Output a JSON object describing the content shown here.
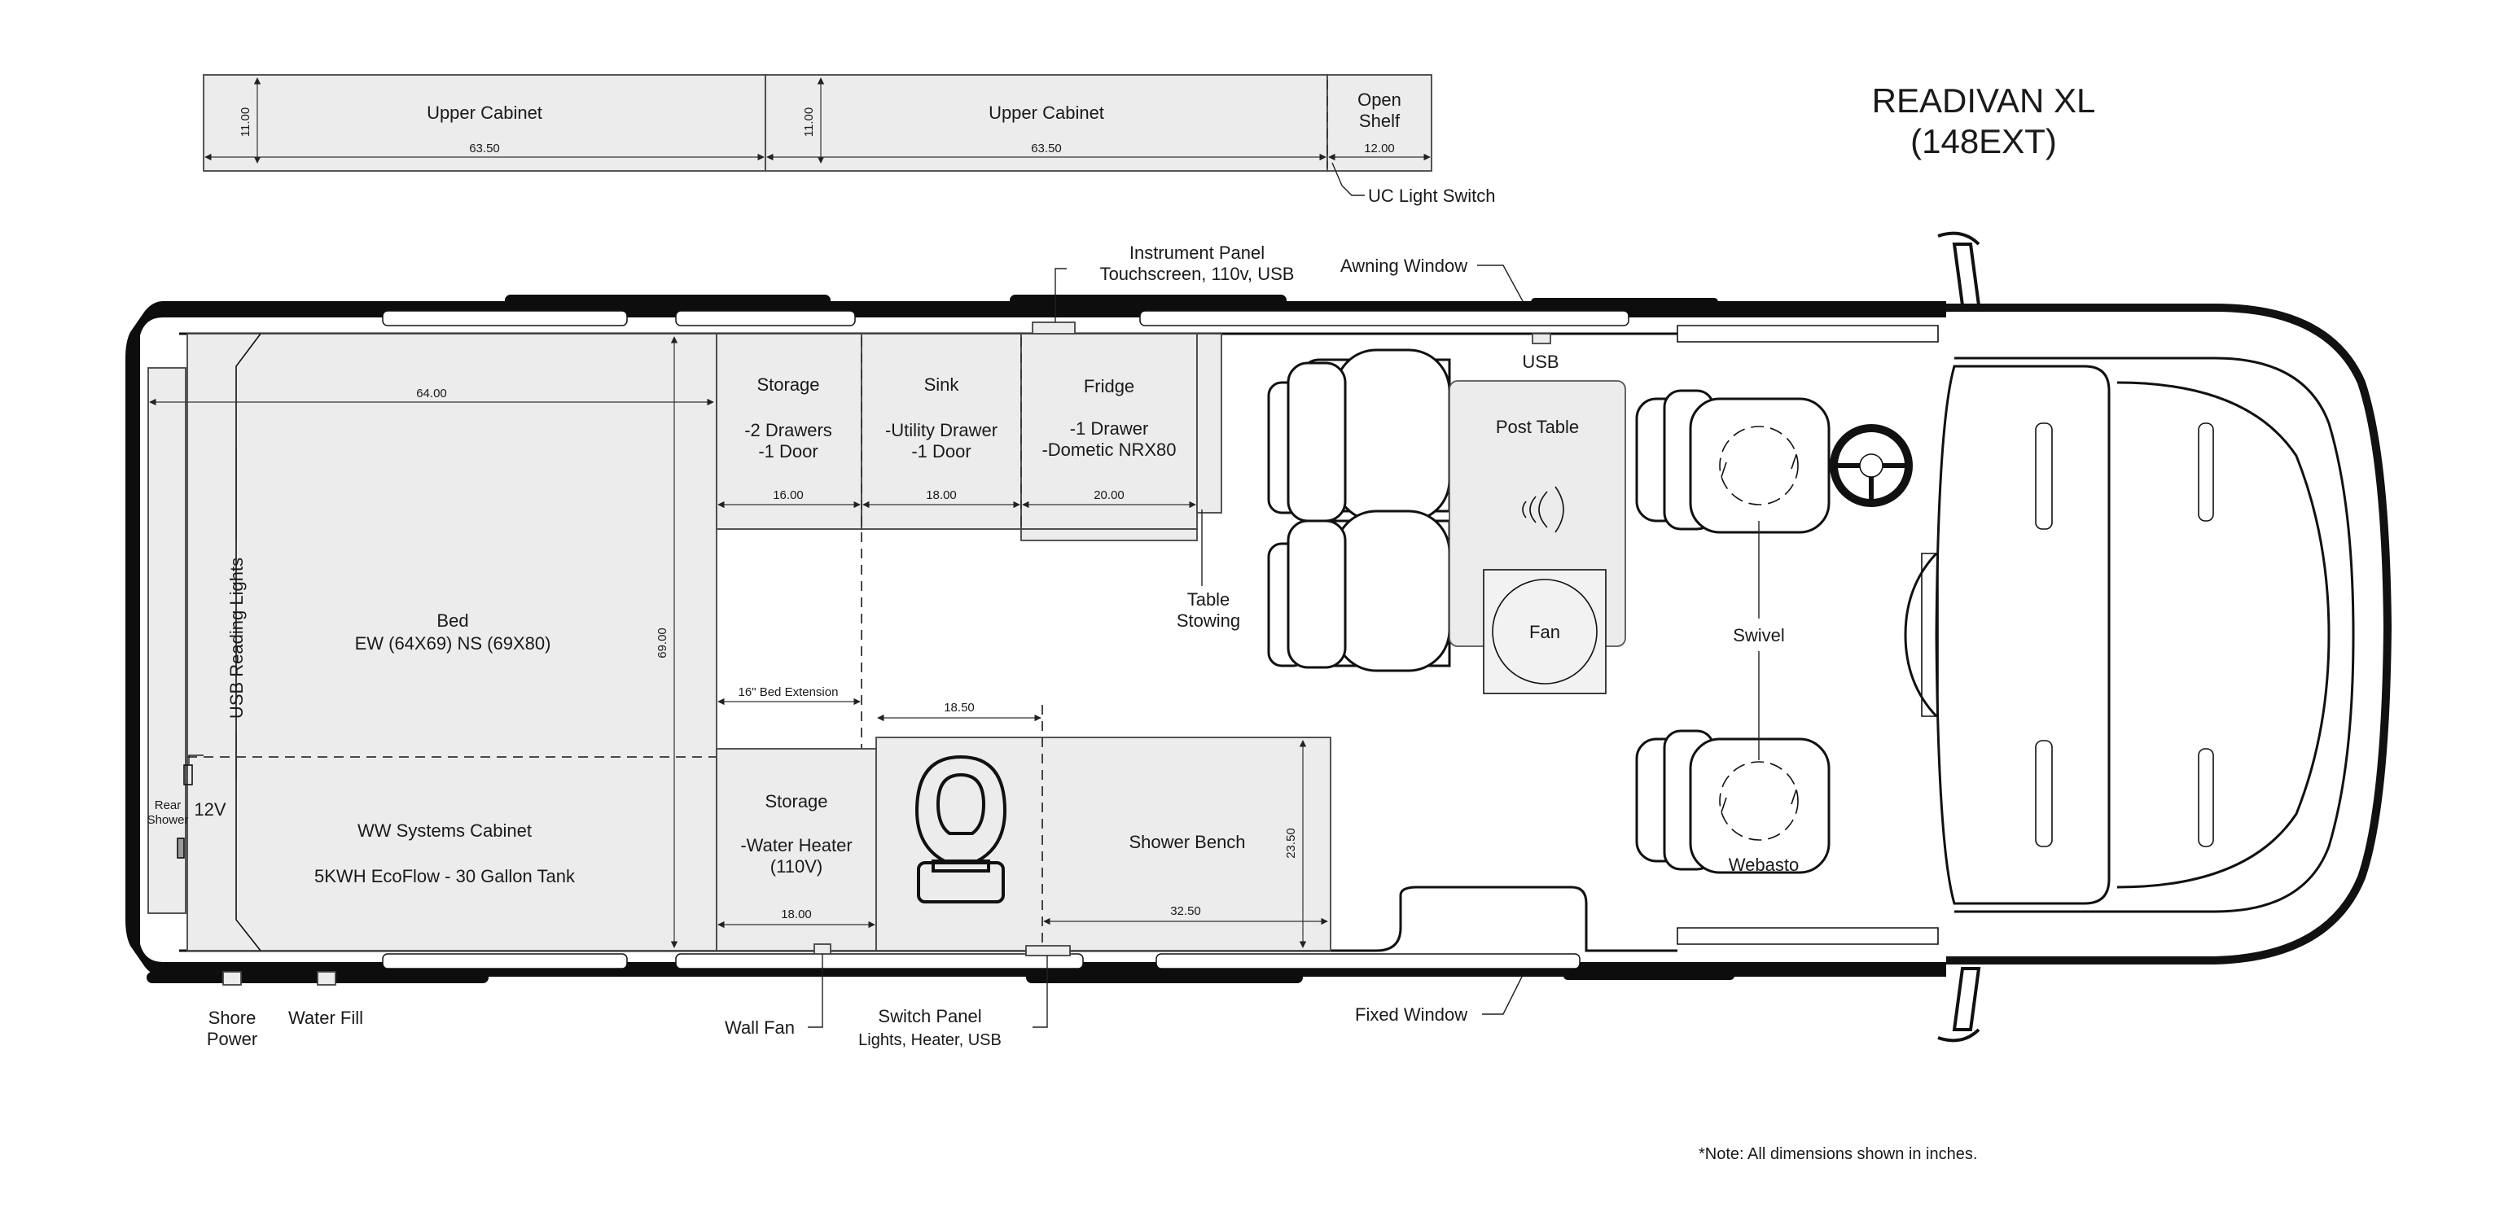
{
  "title": {
    "line1": "READIVAN XL",
    "line2": "(148EXT)"
  },
  "upper_cabinets": {
    "cabinet1": {
      "label": "Upper Cabinet",
      "height": "11.00",
      "width": "63.50"
    },
    "cabinet2": {
      "label": "Upper Cabinet",
      "height": "11.00",
      "width": "63.50"
    },
    "shelf": {
      "label_line1": "Open",
      "label_line2": "Shelf",
      "width": "12.00"
    },
    "switch_label": "UC Light Switch"
  },
  "rooms": {
    "bed": {
      "label_line1": "Bed",
      "label_line2": "EW (64X69) NS (69X80)",
      "width": "64.00",
      "length": "69.00",
      "extension": "16\" Bed Extension"
    },
    "usb_reading_lights": "USB Reading Lights",
    "systems_cabinet": {
      "label_line1": "WW Systems Cabinet",
      "label_line2": "5KWH EcoFlow - 30 Gallon Tank"
    },
    "rear_shower": {
      "line1": "Rear",
      "line2": "Shower"
    },
    "twelve_v": "12V",
    "storage_top": {
      "title": "Storage",
      "line1": "-2 Drawers",
      "line2": "-1 Door",
      "width": "16.00"
    },
    "sink": {
      "title": "Sink",
      "line1": "-Utility Drawer",
      "line2": "-1 Door",
      "width": "18.00"
    },
    "fridge": {
      "title": "Fridge",
      "line1": "-1 Drawer",
      "line2": "-Dometic NRX80",
      "width": "20.00"
    },
    "storage_bottom": {
      "title": "Storage",
      "line1": "-Water Heater",
      "line2": "(110V)",
      "width": "18.00"
    },
    "toilet_width": "18.50",
    "shower_bench": {
      "label": "Shower Bench",
      "width": "32.50",
      "depth": "23.50"
    },
    "post_table": "Post Table",
    "fan": "Fan"
  },
  "callouts": {
    "instrument_panel_line1": "Instrument Panel",
    "instrument_panel_line2": "Touchscreen, 110v, USB",
    "awning_window": "Awning Window",
    "usb": "USB",
    "table_stowing_line1": "Table",
    "table_stowing_line2": "Stowing",
    "swivel": "Swivel",
    "webasto": "Webasto",
    "fixed_window": "Fixed Window",
    "shore_power_line1": "Shore",
    "shore_power_line2": "Power",
    "water_fill": "Water Fill",
    "wall_fan": "Wall Fan",
    "switch_panel_line1": "Switch Panel",
    "switch_panel_line2": "Lights, Heater, USB"
  },
  "note": "*Note: All dimensions shown in inches."
}
